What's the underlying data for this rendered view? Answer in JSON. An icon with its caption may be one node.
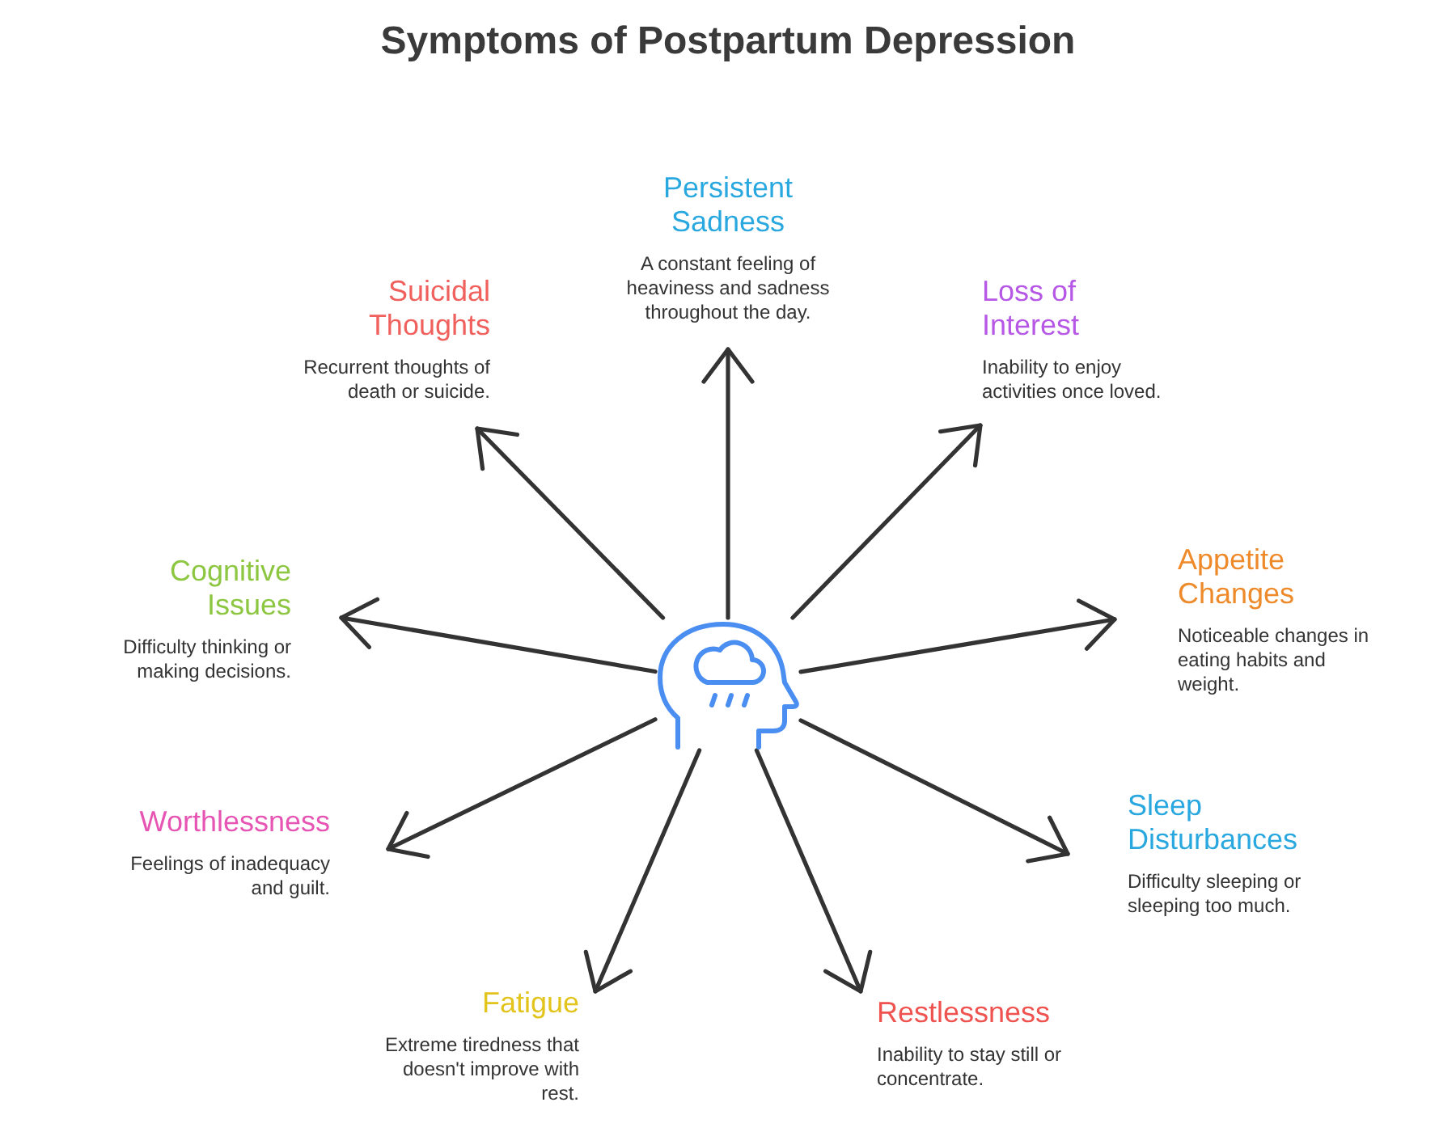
{
  "diagram": {
    "title": "Symptoms of Postpartum Depression",
    "nodes": [
      {
        "text": [],
        "shape": "picture"
      },
      {
        "text": [
          "Persistent Sadness",
          "A constant feeling of heaviness and sadness throughout the day."
        ]
      },
      {
        "text": [
          "Suicidal Thoughts",
          "Recurrent thoughts of death or suicide."
        ]
      },
      {
        "text": [
          "Loss of Interest",
          "Inability to enjoy activities once loved."
        ]
      },
      {
        "text": [
          "Cognitive Issues",
          "Difficulty thinking or making decisions."
        ]
      },
      {
        "text": [
          "Appetite Changes",
          "Noticeable changes in eating habits and weight."
        ]
      },
      {
        "text": [
          "Worthlessness",
          "Feelings of inadequacy and guilt."
        ]
      },
      {
        "text": [
          "Sleep Disturbances",
          "Difficulty sleeping or sleeping too much."
        ]
      },
      {
        "text": [
          "Fatigue",
          "Extreme tiredness that doesn't improve with rest."
        ]
      },
      {
        "text": [
          "Restlessness",
          "Inability to stay still or concentrate."
        ]
      }
    ],
    "edges": [
      {
        "from": 0,
        "to": 1,
        "arrow": "to"
      },
      {
        "from": 0,
        "to": 2,
        "arrow": "to"
      },
      {
        "from": 0,
        "to": 3,
        "arrow": "to"
      },
      {
        "from": 0,
        "to": 4,
        "arrow": "to"
      },
      {
        "from": 0,
        "to": 5,
        "arrow": "to"
      },
      {
        "from": 0,
        "to": 6,
        "arrow": "to"
      },
      {
        "from": 0,
        "to": 7,
        "arrow": "to"
      },
      {
        "from": 0,
        "to": 8,
        "arrow": "to"
      },
      {
        "from": 0,
        "to": 9,
        "arrow": "to"
      }
    ]
  }
}
